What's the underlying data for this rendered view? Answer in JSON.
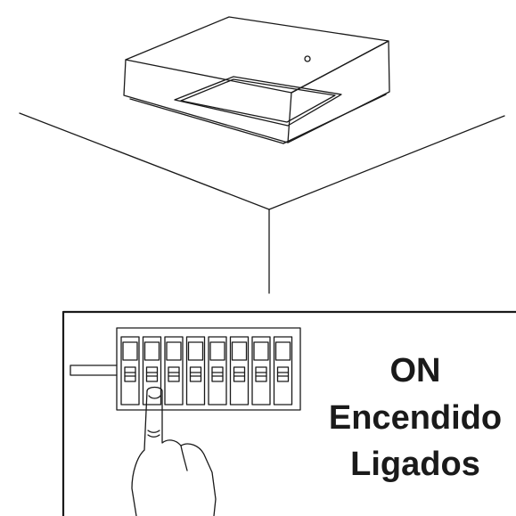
{
  "labels": {
    "line1": "ON",
    "line2": "Encendido",
    "line3": "Ligados"
  },
  "switch_count": 8,
  "active_switch": 2,
  "ink_color": "#1a1a1a",
  "background_color": "#ffffff"
}
